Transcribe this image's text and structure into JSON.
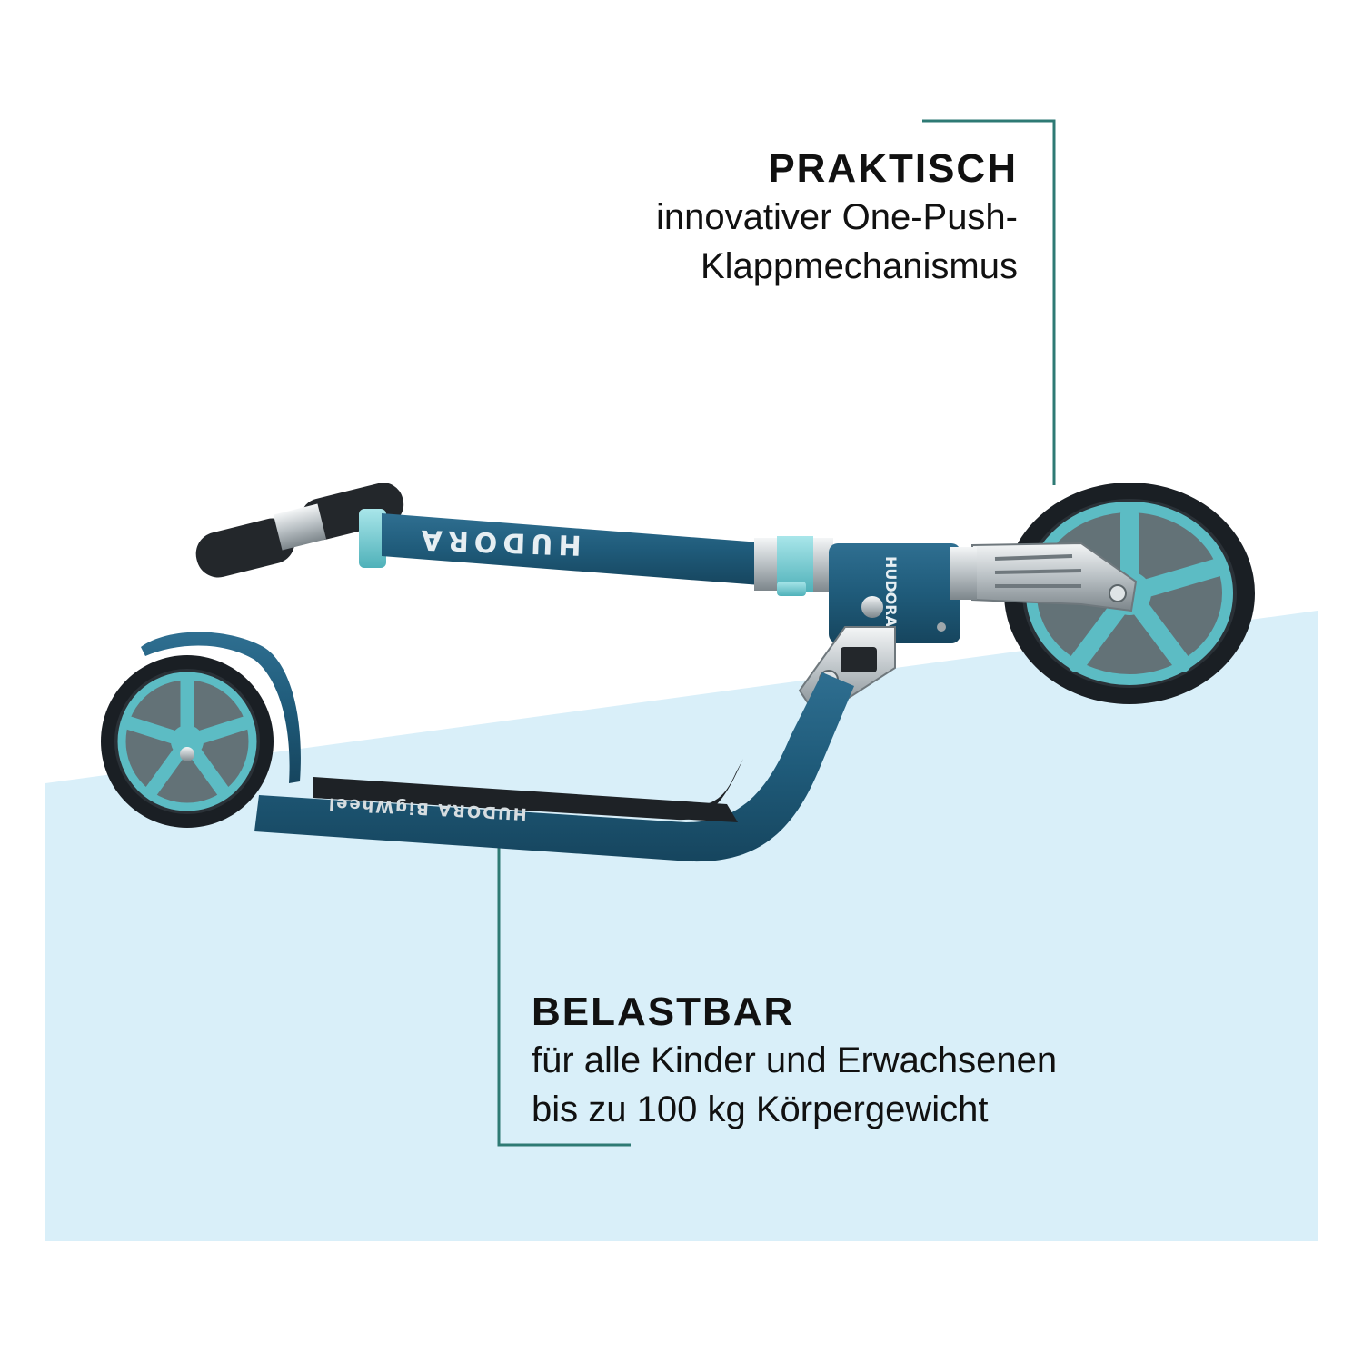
{
  "colors": {
    "background": "#ffffff",
    "floor": "#d9eff9",
    "leader_line": "#2e7a74",
    "scooter_blue": "#1f5b7a",
    "wheel_hub": "#5cbcc4",
    "tire": "#1a1f24",
    "text": "#111111"
  },
  "callouts": {
    "top": {
      "heading": "PRAKTISCH",
      "line1": "innovativer One-Push-",
      "line2": "Klappmechanismus"
    },
    "bottom": {
      "heading": "BELASTBAR",
      "line1": "für alle Kinder und Erwachsenen",
      "line2": "bis zu 100 kg Körpergewicht"
    }
  },
  "product": {
    "brand_logo": "HUDORA",
    "deck_print": "HUDORA BigWheel"
  }
}
